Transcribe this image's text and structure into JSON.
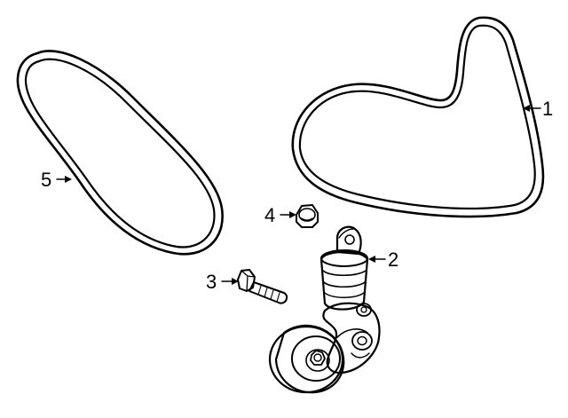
{
  "colors": {
    "ink": "#000000",
    "background": "#ffffff",
    "part_fill": "#ffffff"
  },
  "callouts": [
    {
      "id": "callout-1",
      "label": "1",
      "part": "serpentine-belt"
    },
    {
      "id": "callout-2",
      "label": "2",
      "part": "belt-tensioner"
    },
    {
      "id": "callout-3",
      "label": "3",
      "part": "tensioner-bolt"
    },
    {
      "id": "callout-4",
      "label": "4",
      "part": "tensioner-nut"
    },
    {
      "id": "callout-5",
      "label": "5",
      "part": "accessory-belt"
    }
  ]
}
